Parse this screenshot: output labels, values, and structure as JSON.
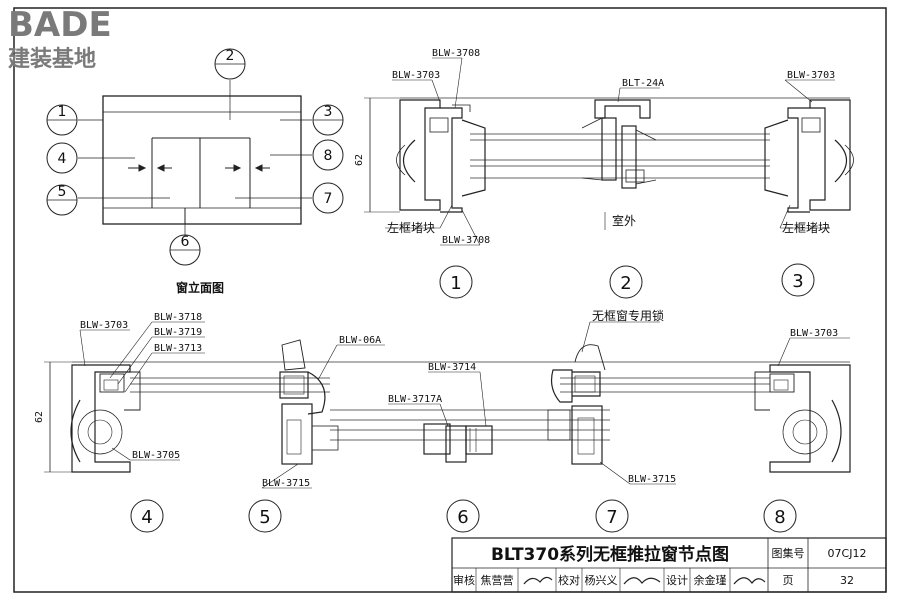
{
  "logo": {
    "brand": "BADE",
    "subtitle": "建装基地"
  },
  "elevation": {
    "caption": "窗立面图",
    "markers": [
      "1",
      "2",
      "3",
      "4",
      "5",
      "6",
      "7",
      "8"
    ]
  },
  "details": {
    "d1": {
      "number": "1",
      "labels": [
        "BLW-3708",
        "BLW-3703",
        "左框堵块",
        "BLW-3708"
      ]
    },
    "d2": {
      "number": "2",
      "labels": [
        "BLT-24A",
        "室外"
      ]
    },
    "d3": {
      "number": "3",
      "labels": [
        "BLW-3703",
        "左框堵块"
      ]
    },
    "d4": {
      "number": "4",
      "labels": [
        "BLW-3703",
        "BLW-3718",
        "BLW-3719",
        "BLW-3713",
        "BLW-3705"
      ]
    },
    "d5": {
      "number": "5",
      "labels": [
        "BLW-06A",
        "BLW-3715"
      ]
    },
    "d6": {
      "number": "6",
      "labels": [
        "BLW-3714",
        "BLW-3717A"
      ]
    },
    "d7": {
      "number": "7",
      "labels": [
        "无框窗专用锁",
        "BLW-3715"
      ]
    },
    "d8": {
      "number": "8",
      "labels": [
        "BLW-3703"
      ]
    }
  },
  "dimensions": {
    "top_height": "62",
    "bottom_height": "62"
  },
  "title_block": {
    "title": "BLT370系列无框推拉窗节点图",
    "atlas_label": "图集号",
    "atlas_no": "07CJ12",
    "review_label": "审核",
    "review_name": "焦营营",
    "check_label": "校对",
    "check_name": "杨兴义",
    "design_label": "设计",
    "design_name": "余金瑾",
    "page_label": "页",
    "page_no": "32"
  }
}
